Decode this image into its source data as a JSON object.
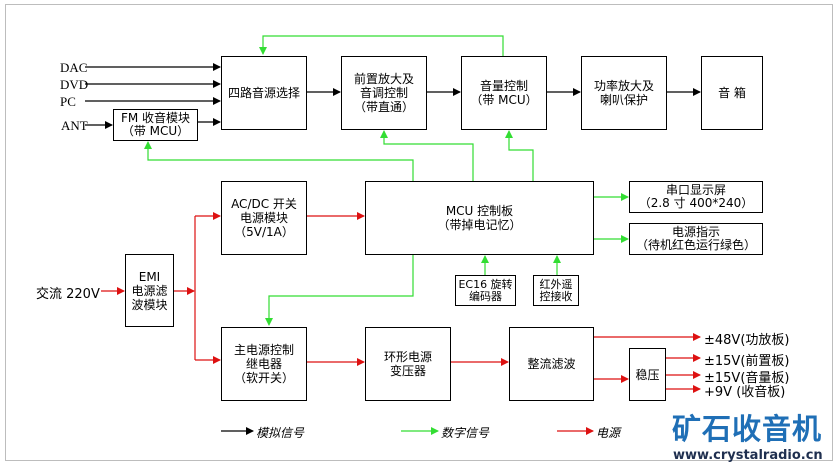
{
  "colors": {
    "analog": "#000000",
    "digital": "#33dd33",
    "power": "#dd1111",
    "logo_text": "#1f6fb6",
    "logo_url": "#1f2f4f"
  },
  "inputs": {
    "dac": "DAC",
    "dvd": "DVD",
    "pc": "PC",
    "ant": "ANT",
    "mains": "交流 220V"
  },
  "blocks": {
    "fm_module": [
      "FM 收音模块",
      "（带 MCU）"
    ],
    "source_select": [
      "四路音源选择"
    ],
    "preamp": [
      "前置放大及",
      "音调控制",
      "（带直通）"
    ],
    "volume": [
      "音量控制",
      "（带 MCU）"
    ],
    "power_amp": [
      "功率放大及",
      "喇叭保护"
    ],
    "speaker": [
      "音 箱"
    ],
    "acdc": [
      "AC/DC 开关",
      "电源模块",
      "（5V/1A）"
    ],
    "mcu_board": [
      "MCU 控制板",
      "（带掉电记忆）"
    ],
    "serial_display": [
      "串口显示屏",
      "（2.8 寸 400*240）"
    ],
    "power_indicator": [
      "电源指示",
      "（待机红色运行绿色）"
    ],
    "emi_filter": [
      "EMI",
      "电源滤",
      "波模块"
    ],
    "encoder": [
      "EC16 旋转",
      "编码器"
    ],
    "ir_receiver": [
      "红外遥",
      "控接收"
    ],
    "main_relay": [
      "主电源控制",
      "继电器",
      "（软开关）"
    ],
    "toroidal_transformer": [
      "环形电源",
      "变压器"
    ],
    "rectifier": [
      "整流滤波"
    ],
    "regulator": [
      "稳压"
    ]
  },
  "outputs": [
    "±48V(功放板)",
    "±15V(前置板)",
    "±15V(音量板)",
    "+9V (收音板)"
  ],
  "legend": [
    {
      "type": "analog",
      "label": "模拟信号"
    },
    {
      "type": "digital",
      "label": "数字信号"
    },
    {
      "type": "power",
      "label": "电源"
    }
  ],
  "watermark": {
    "name": "矿石收音机",
    "url": "www.crystalradio.cn"
  }
}
